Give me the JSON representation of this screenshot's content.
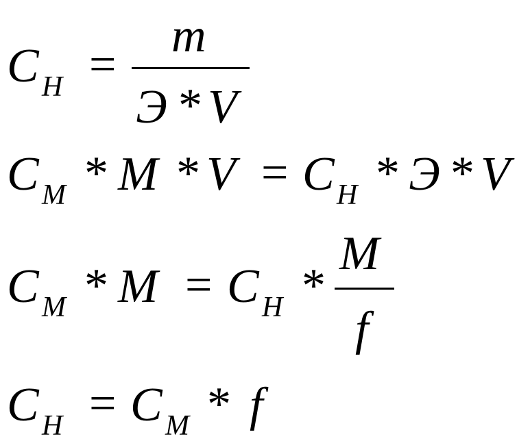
{
  "formulas": [
    {
      "lhs": {
        "main": "C",
        "sub": "Н"
      },
      "eq": "=",
      "fraction": {
        "num": "m",
        "den_1": "Э",
        "op": "*",
        "den_2": "V"
      }
    },
    {
      "lhs_1": {
        "main": "C",
        "sub": "М"
      },
      "op1": "*",
      "m": "M",
      "op2": "*",
      "v": "V",
      "eq": "=",
      "rhs_1": {
        "main": "C",
        "sub": "Н"
      },
      "op3": "*",
      "e": "Э",
      "op4": "*",
      "v2": "V"
    },
    {
      "lhs_1": {
        "main": "C",
        "sub": "М"
      },
      "op1": "*",
      "m": "M",
      "eq": "=",
      "rhs_1": {
        "main": "C",
        "sub": "Н"
      },
      "op2": "*",
      "fraction": {
        "num": "M",
        "den": "f"
      }
    },
    {
      "lhs": {
        "main": "C",
        "sub": "Н"
      },
      "eq": "=",
      "rhs_1": {
        "main": "C",
        "sub": "М"
      },
      "op": "*",
      "f": "f"
    }
  ]
}
